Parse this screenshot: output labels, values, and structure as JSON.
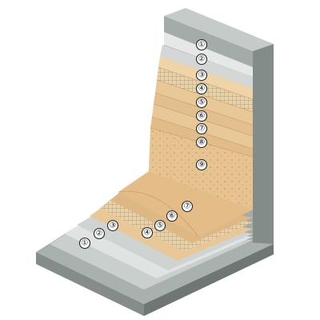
{
  "labels": {
    "wall": [
      "①",
      "②",
      "③",
      "④",
      "⑤",
      "⑥",
      "⑦",
      "⑧",
      "⑨"
    ],
    "floor": [
      "①",
      "②",
      "③",
      "④",
      "⑤",
      "⑥",
      "⑦"
    ]
  },
  "colors": {
    "concrete_front": "#9aa3a1",
    "concrete_top": "#c4cbc9",
    "concrete_side": "#848c8a",
    "plaster_light": "#dfe3e2",
    "primer_grey": "#cfd4d3",
    "mesh": "#e6cda3",
    "sand": "#e9c898",
    "sand_dark": "#dcb884",
    "finish": "#e4bc88"
  }
}
